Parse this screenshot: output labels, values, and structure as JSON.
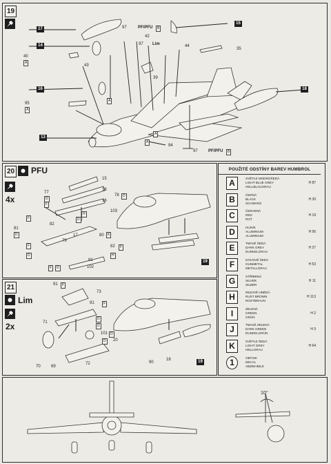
{
  "step19": {
    "number": "19",
    "callouts": [
      "17",
      "15",
      "14",
      "16",
      "13",
      "18"
    ],
    "labels": [
      "40",
      "43",
      "95",
      "94",
      "42",
      "39",
      "44",
      "35"
    ],
    "tags": [
      "A",
      "A",
      "A",
      "A",
      "A",
      "B",
      "B"
    ],
    "variant_refs": [
      "PF/PFU",
      "Lim",
      "PF/PFU"
    ],
    "variant_ref_numbers": [
      "97",
      "97",
      "97"
    ]
  },
  "step20": {
    "number": "20",
    "variant": "PFU",
    "quantity": "4x",
    "parts": [
      "15",
      "16",
      "16",
      "77",
      "78",
      "103",
      "82",
      "81",
      "79",
      "82",
      "80",
      "81",
      "102",
      "17"
    ],
    "tags": [
      "F",
      "D",
      "F",
      "D",
      "F",
      "H",
      "D",
      "K",
      "F",
      "H",
      "D",
      "F",
      "D",
      "D"
    ],
    "callout": "19"
  },
  "step21": {
    "number": "21",
    "variant": "Lim",
    "quantity": "2x",
    "parts": [
      "91",
      "73",
      "91",
      "71",
      "70",
      "69",
      "72",
      "101",
      "90",
      "18",
      "20"
    ],
    "tags": [
      "F",
      "F",
      "D",
      "D",
      "D",
      "D"
    ],
    "callout": "19"
  },
  "palette": {
    "title": "POUŽITÉ ODSTÍNY BAREV HUMBROL",
    "rows": [
      {
        "letter": "A",
        "lines": [
          "SVĚTLE MODROŠEDÁ",
          "LIGHT BLUE GREY",
          "HELLBLAUGRAU"
        ],
        "code": "H 87"
      },
      {
        "letter": "B",
        "lines": [
          "ČERNÁ",
          "BLACK",
          "SCHWARZ"
        ],
        "code": "H 33"
      },
      {
        "letter": "C",
        "lines": [
          "ČERVENÁ",
          "RED",
          "ROT"
        ],
        "code": "H 19"
      },
      {
        "letter": "D",
        "lines": [
          "HLINÍK",
          "ALUMINIUM",
          "ALUMINIUM"
        ],
        "code": "H 56"
      },
      {
        "letter": "E",
        "lines": [
          "TMAVĚ ŠEDÁ",
          "DARK GREY",
          "DUNKELGRAU"
        ],
        "code": "H 27"
      },
      {
        "letter": "F",
        "lines": [
          "KOVOVĚ ŠEDÁ",
          "GUNMETAL",
          "METALLGRAU"
        ],
        "code": "H 53"
      },
      {
        "letter": "G",
        "lines": [
          "STŘÍBRNÁ",
          "SILVER",
          "SILBER"
        ],
        "code": "H 11"
      },
      {
        "letter": "H",
        "lines": [
          "REZAVĚ HNĚDÁ",
          "RUST BROWN",
          "ROSTBRAUN"
        ],
        "code": "H 113"
      },
      {
        "letter": "I",
        "lines": [
          "ZELENÁ",
          "GREEN",
          "GRÜN"
        ],
        "code": "H 2"
      },
      {
        "letter": "J",
        "lines": [
          "TMAVĚ ZELENÁ",
          "DARK GREEN",
          "DUNKELGRÜN"
        ],
        "code": "H 3"
      },
      {
        "letter": "K",
        "lines": [
          "SVĚTLE ŠEDÁ",
          "LIGHT GREY",
          "HELLGRAU"
        ],
        "code": "H 64"
      },
      {
        "letter": "1",
        "lines": [
          "OBTISK",
          "DECAL",
          "ABZIEHBILD"
        ],
        "code": ""
      }
    ]
  },
  "bottom": {
    "angle": "10°"
  }
}
